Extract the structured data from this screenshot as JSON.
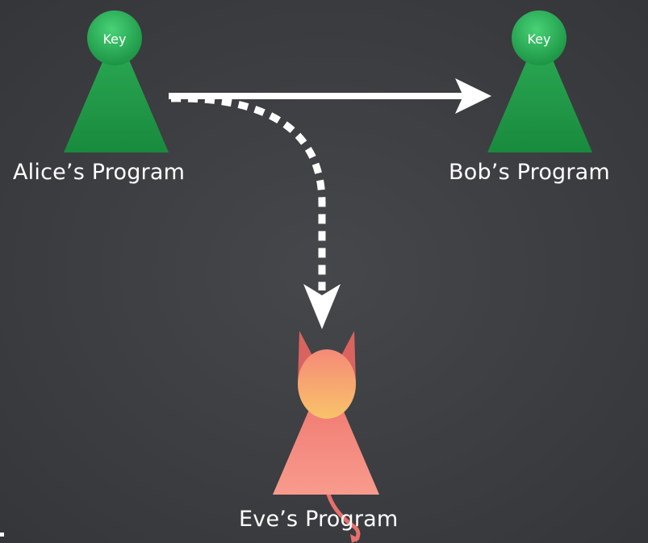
{
  "nodes": {
    "alice": {
      "label": "Alice’s Program",
      "key_label": "Key"
    },
    "bob": {
      "label": "Bob’s Program",
      "key_label": "Key"
    },
    "eve": {
      "label": "Eve’s Program"
    }
  },
  "colors": {
    "background": "#3b3d40",
    "person_green": "#1f9b48",
    "person_green_light": "#3cc468",
    "eve_body": "#f4837a",
    "eve_head": "#f7b56a",
    "eve_horn": "#d9645f",
    "arrow": "#ffffff",
    "text": "#ffffff"
  },
  "edges": [
    {
      "from": "alice",
      "to": "bob",
      "style": "solid"
    },
    {
      "from": "alice",
      "to": "eve",
      "style": "dashed"
    }
  ]
}
